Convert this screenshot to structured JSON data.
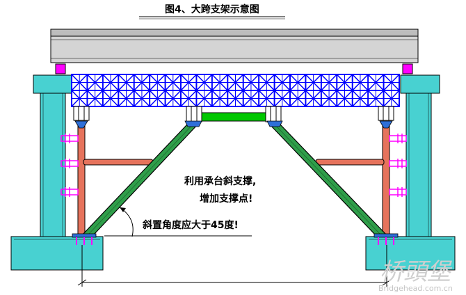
{
  "title": "图4、大跨支架示意图",
  "annotation_bracing": [
    "利用承台斜支撑,",
    "增加支撑点!"
  ],
  "annotation_angle": "斜置角度应大于45度!",
  "watermark": {
    "cn": "桥頭堡",
    "en": "Bridgehead.com.cn"
  },
  "colors": {
    "deck": "#d4d4d4",
    "pier": "#48d1d1",
    "truss": "#0000ff",
    "strut": "#e6735c",
    "diagonal": "#2f9e4a",
    "beam": "#00c800",
    "bearing": "#ff00ff"
  }
}
